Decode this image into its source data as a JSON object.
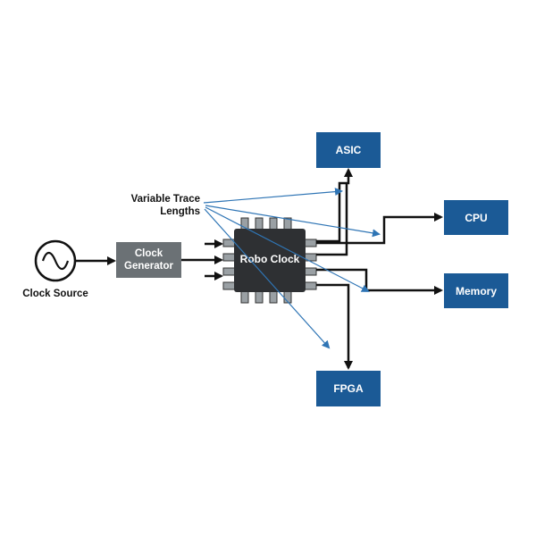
{
  "diagram": {
    "clock_source_label": "Clock Source",
    "clock_generator_label_line1": "Clock",
    "clock_generator_label_line2": "Generator",
    "robo_clock_label": "Robo Clock",
    "annotation_line1": "Variable Trace",
    "annotation_line2": "Lengths",
    "outputs": {
      "asic": "ASIC",
      "cpu": "CPU",
      "memory": "Memory",
      "fpga": "FPGA"
    }
  },
  "colors": {
    "blue_box": "#1b5a96",
    "gray_box": "#6b7175",
    "chip": "#2e3033",
    "line": "#111111",
    "annotation_arrow": "#2f75b5"
  },
  "icons": {
    "clock_source": "sine-wave-icon"
  }
}
